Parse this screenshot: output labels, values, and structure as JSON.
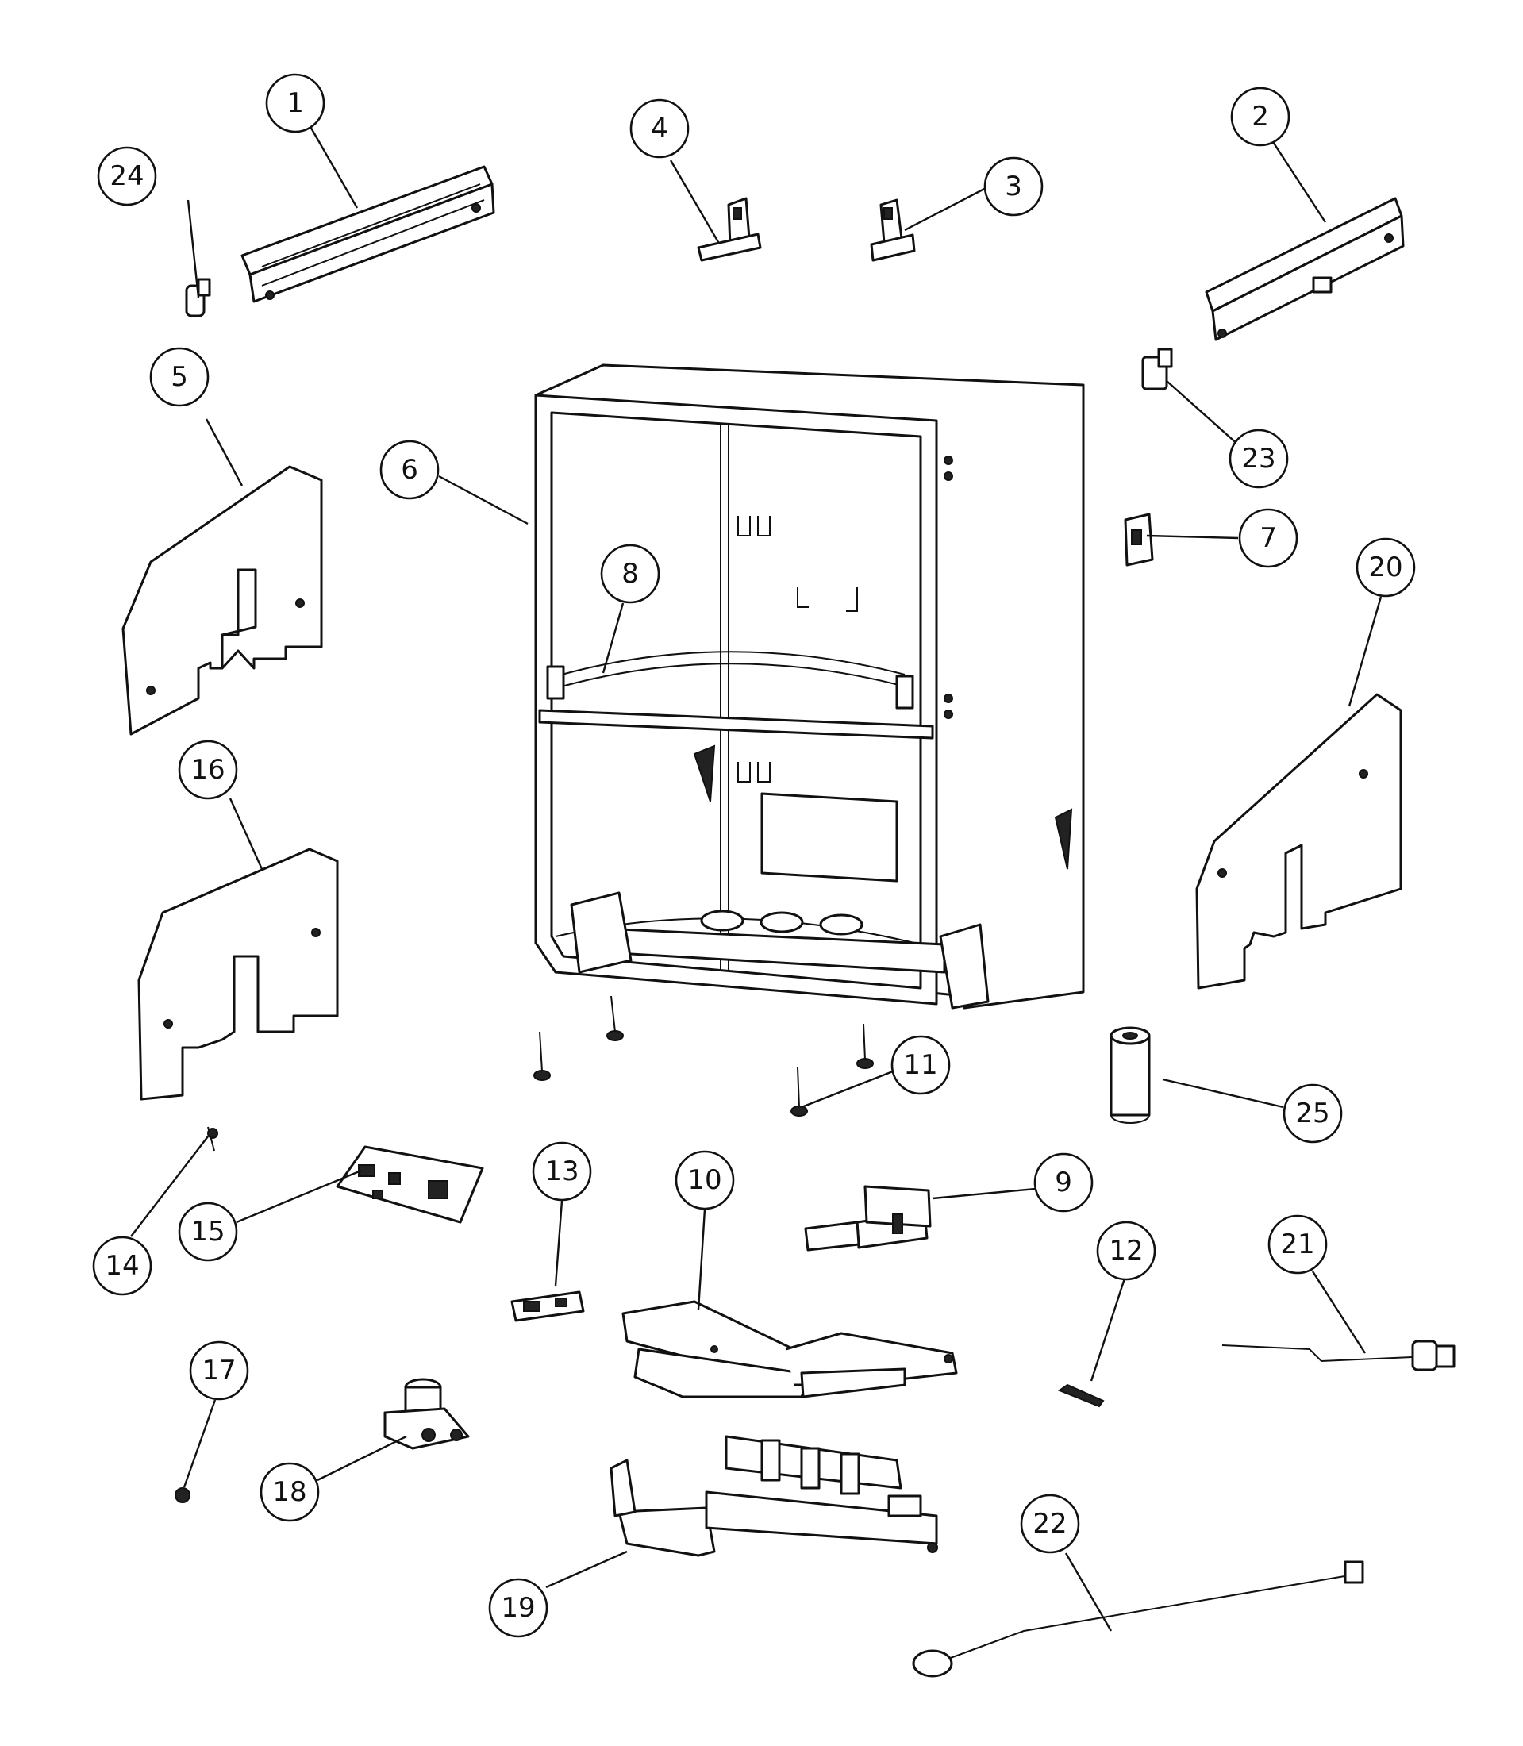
{
  "callouts": [
    {
      "id": "1",
      "label": "1"
    },
    {
      "id": "2",
      "label": "2"
    },
    {
      "id": "3",
      "label": "3"
    },
    {
      "id": "4",
      "label": "4"
    },
    {
      "id": "5",
      "label": "5"
    },
    {
      "id": "6",
      "label": "6"
    },
    {
      "id": "7",
      "label": "7"
    },
    {
      "id": "8",
      "label": "8"
    },
    {
      "id": "9",
      "label": "9"
    },
    {
      "id": "10",
      "label": "10"
    },
    {
      "id": "11",
      "label": "11"
    },
    {
      "id": "12",
      "label": "12"
    },
    {
      "id": "13",
      "label": "13"
    },
    {
      "id": "14",
      "label": "14"
    },
    {
      "id": "15",
      "label": "15"
    },
    {
      "id": "16",
      "label": "16"
    },
    {
      "id": "17",
      "label": "17"
    },
    {
      "id": "18",
      "label": "18"
    },
    {
      "id": "19",
      "label": "19"
    },
    {
      "id": "20",
      "label": "20"
    },
    {
      "id": "21",
      "label": "21"
    },
    {
      "id": "22",
      "label": "22"
    },
    {
      "id": "23",
      "label": "23"
    },
    {
      "id": "24",
      "label": "24"
    },
    {
      "id": "25",
      "label": "25"
    }
  ],
  "colors": {
    "line": "#111111",
    "background": "#ffffff"
  }
}
